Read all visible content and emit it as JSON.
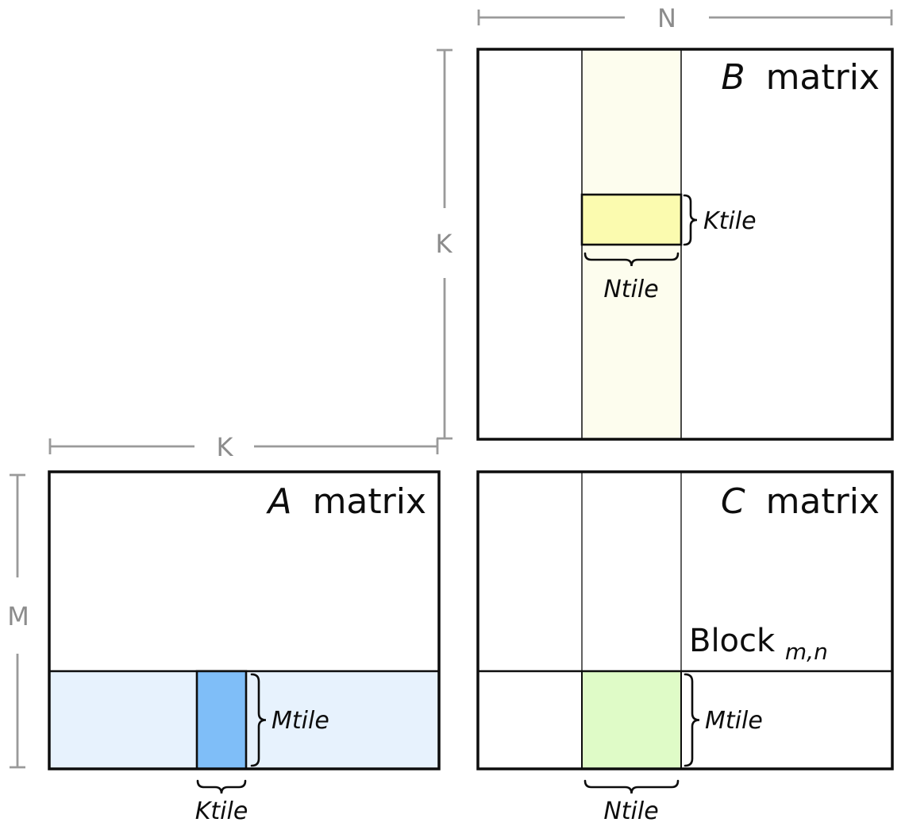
{
  "dimension_labels": {
    "n": "N",
    "k_vertical": "K",
    "k_horizontal": "K",
    "m": "M"
  },
  "matrix_b": {
    "symbol": "B",
    "word": "matrix",
    "ktile_label": "Ktile",
    "ntile_label": "Ntile"
  },
  "matrix_a": {
    "symbol": "A",
    "word": "matrix",
    "mtile_label": "Mtile",
    "ktile_label": "Ktile"
  },
  "matrix_c": {
    "symbol": "C",
    "word": "matrix",
    "block_word": "Block",
    "block_subscript": "m,n",
    "mtile_label": "Mtile",
    "ntile_label": "Ntile"
  },
  "colors": {
    "b_column_fill": "#FDFDEE",
    "b_tile_fill": "#FBFBAF",
    "a_strip_fill": "#E7F2FD",
    "a_tile_fill": "#7FBEF8",
    "c_tile_fill": "#DFFBC7",
    "dimension_line": "#9A9A9A",
    "dimension_text": "#8C8C8C"
  }
}
